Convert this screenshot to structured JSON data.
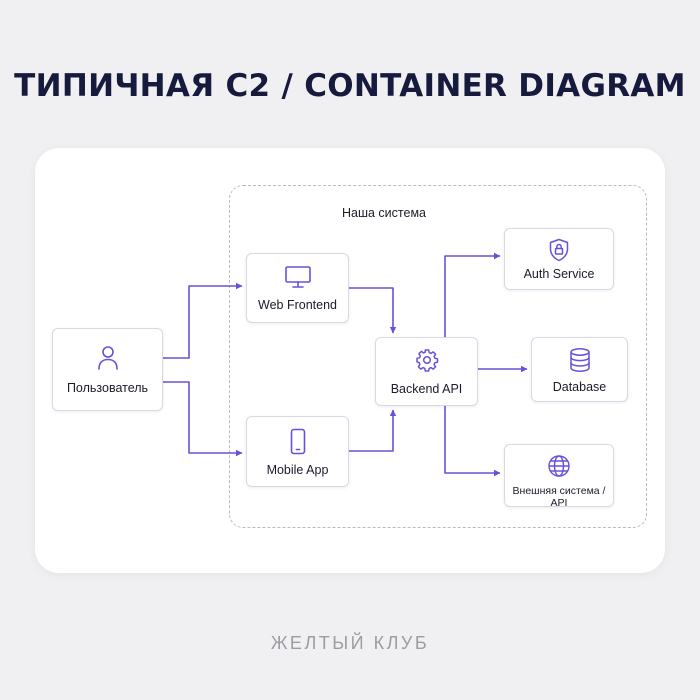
{
  "title": "ТИПИЧНАЯ C2 / CONTAINER DIAGRAM",
  "system_boundary_label": "Наша система",
  "nodes": {
    "user": {
      "label": "Пользователь",
      "icon": "user-icon"
    },
    "web": {
      "label": "Web Frontend",
      "icon": "monitor-icon"
    },
    "mobile": {
      "label": "Mobile App",
      "icon": "smartphone-icon"
    },
    "api": {
      "label": "Backend API",
      "icon": "gear-icon"
    },
    "auth": {
      "label": "Auth Service",
      "icon": "lock-shield-icon"
    },
    "database": {
      "label": "Database",
      "icon": "database-icon"
    },
    "external": {
      "label": "Внешняя система / API",
      "icon": "globe-icon"
    }
  },
  "connections": [
    {
      "from": "user",
      "to": "web"
    },
    {
      "from": "user",
      "to": "mobile"
    },
    {
      "from": "web",
      "to": "api"
    },
    {
      "from": "mobile",
      "to": "api"
    },
    {
      "from": "api",
      "to": "auth"
    },
    {
      "from": "api",
      "to": "database"
    },
    {
      "from": "api",
      "to": "external"
    }
  ],
  "colors": {
    "accent": "#6552d9",
    "title": "#161a3d",
    "background": "#f0f0f2",
    "card": "#ffffff",
    "footer": "#9c9ca4"
  },
  "footer": "ЖЕЛТЫЙ КЛУБ"
}
